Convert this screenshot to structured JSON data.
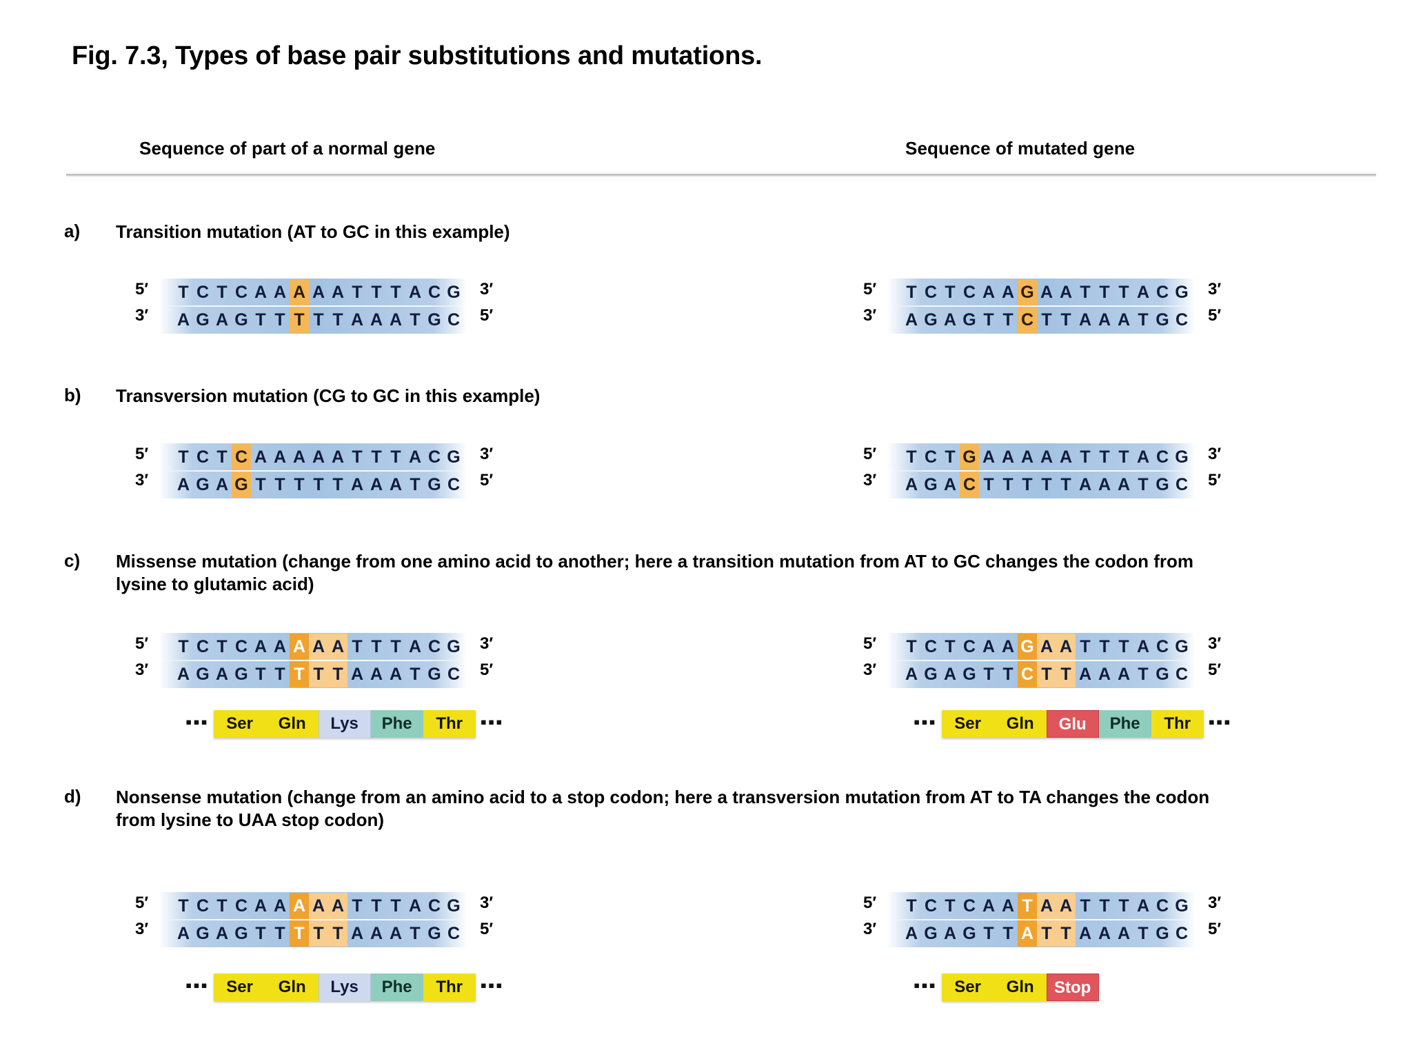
{
  "figure": {
    "title": "Fig. 7.3, Types of base pair substitutions and mutations.",
    "column_headers": {
      "normal": "Sequence of part of a normal gene",
      "mutated": "Sequence of mutated gene"
    },
    "ellipsis": "▪▪▪",
    "end_labels": {
      "five": "5′",
      "three": "3′"
    }
  },
  "colors": {
    "strand_blue": "#a3c2e2",
    "highlight_strong": "#f0a22e",
    "highlight_light": "#f8cd8d",
    "aa_yellow": "#f2e016",
    "aa_blue": "#ced9ef",
    "aa_teal": "#8fcdbd",
    "aa_red": "#e0555c"
  },
  "panels": [
    {
      "label": "a)",
      "description": "Transition mutation (AT to GC in this example)",
      "normal": {
        "left_top": "5′",
        "left_bottom": "3′",
        "right_top": "3′",
        "right_bottom": "5′",
        "top_strand": "TCTCAAAAATTTACG",
        "bottom_strand": "AGAGTTTTTAAATGC",
        "top_highlights": [
          {
            "index": 6,
            "level": "mid"
          }
        ],
        "bottom_highlights": [
          {
            "index": 6,
            "level": "mid"
          }
        ]
      },
      "mutated": {
        "left_top": "5′",
        "left_bottom": "3′",
        "right_top": "3′",
        "right_bottom": "5′",
        "top_strand": "TCTCAAGAATTTACG",
        "bottom_strand": "AGAGTTCTTAAATGC",
        "top_highlights": [
          {
            "index": 6,
            "level": "mid"
          }
        ],
        "bottom_highlights": [
          {
            "index": 6,
            "level": "mid"
          }
        ]
      },
      "amino_acids": null
    },
    {
      "label": "b)",
      "description": "Transversion mutation (CG to GC in this example)",
      "normal": {
        "left_top": "5′",
        "left_bottom": "3′",
        "right_top": "3′",
        "right_bottom": "5′",
        "top_strand": "TCTCAAAAATTTACG",
        "bottom_strand": "AGAGTTTTTAAATGC",
        "top_highlights": [
          {
            "index": 3,
            "level": "mid"
          }
        ],
        "bottom_highlights": [
          {
            "index": 3,
            "level": "mid"
          }
        ]
      },
      "mutated": {
        "left_top": "5′",
        "left_bottom": "3′",
        "right_top": "3′",
        "right_bottom": "5′",
        "top_strand": "TCTGAAAAATTTACG",
        "bottom_strand": "AGACTTTTTAAATGC",
        "top_highlights": [
          {
            "index": 3,
            "level": "mid"
          }
        ],
        "bottom_highlights": [
          {
            "index": 3,
            "level": "mid"
          }
        ]
      },
      "amino_acids": null
    },
    {
      "label": "c)",
      "description": "Missense mutation (change from one amino acid to another; here a transition mutation from AT to GC changes the codon from lysine to glutamic acid)",
      "normal": {
        "left_top": "5′",
        "left_bottom": "3′",
        "right_top": "3′",
        "right_bottom": "5′",
        "top_strand": "TCTCAAAAATTTACG",
        "bottom_strand": "AGAGTTTTTAAATGC",
        "top_highlights": [
          {
            "index": 6,
            "level": "strong"
          },
          {
            "index": 7,
            "level": "light"
          },
          {
            "index": 8,
            "level": "light"
          }
        ],
        "bottom_highlights": [
          {
            "index": 6,
            "level": "strong"
          },
          {
            "index": 7,
            "level": "light"
          },
          {
            "index": 8,
            "level": "light"
          }
        ]
      },
      "mutated": {
        "left_top": "5′",
        "left_bottom": "3′",
        "right_top": "3′",
        "right_bottom": "5′",
        "top_strand": "TCTCAAGAATTTACG",
        "bottom_strand": "AGAGTTCTTAAATGC",
        "top_highlights": [
          {
            "index": 6,
            "level": "strong"
          },
          {
            "index": 7,
            "level": "light"
          },
          {
            "index": 8,
            "level": "light"
          }
        ],
        "bottom_highlights": [
          {
            "index": 6,
            "level": "strong"
          },
          {
            "index": 7,
            "level": "light"
          },
          {
            "index": 8,
            "level": "light"
          }
        ]
      },
      "amino_acids": {
        "normal": {
          "leading_dots": "▪▪▪",
          "trailing_dots": "▪▪▪",
          "residues": [
            {
              "label": "Ser",
              "color": "yellow"
            },
            {
              "label": "Gln",
              "color": "yellow"
            },
            {
              "label": "Lys",
              "color": "blue"
            },
            {
              "label": "Phe",
              "color": "teal"
            },
            {
              "label": "Thr",
              "color": "yellow"
            }
          ]
        },
        "mutated": {
          "leading_dots": "▪▪▪",
          "trailing_dots": "▪▪▪",
          "residues": [
            {
              "label": "Ser",
              "color": "yellow"
            },
            {
              "label": "Gln",
              "color": "yellow"
            },
            {
              "label": "Glu",
              "color": "red"
            },
            {
              "label": "Phe",
              "color": "teal"
            },
            {
              "label": "Thr",
              "color": "yellow"
            }
          ]
        }
      }
    },
    {
      "label": "d)",
      "description": "Nonsense mutation (change from an amino acid to a stop codon; here a transversion mutation from AT to TA changes the codon from lysine to UAA stop codon)",
      "normal": {
        "left_top": "5′",
        "left_bottom": "3′",
        "right_top": "3′",
        "right_bottom": "5′",
        "top_strand": "TCTCAAAAATTTACG",
        "bottom_strand": "AGAGTTTTTAAATGC",
        "top_highlights": [
          {
            "index": 6,
            "level": "strong"
          },
          {
            "index": 7,
            "level": "light"
          },
          {
            "index": 8,
            "level": "light"
          }
        ],
        "bottom_highlights": [
          {
            "index": 6,
            "level": "strong"
          },
          {
            "index": 7,
            "level": "light"
          },
          {
            "index": 8,
            "level": "light"
          }
        ]
      },
      "mutated": {
        "left_top": "5′",
        "left_bottom": "3′",
        "right_top": "3′",
        "right_bottom": "5′",
        "top_strand": "TCTCAATAATTTACG",
        "bottom_strand": "AGAGTTATTAAATGC",
        "top_highlights": [
          {
            "index": 6,
            "level": "strong"
          },
          {
            "index": 7,
            "level": "light"
          },
          {
            "index": 8,
            "level": "light"
          }
        ],
        "bottom_highlights": [
          {
            "index": 6,
            "level": "strong"
          },
          {
            "index": 7,
            "level": "light"
          },
          {
            "index": 8,
            "level": "light"
          }
        ]
      },
      "amino_acids": {
        "normal": {
          "leading_dots": "▪▪▪",
          "trailing_dots": "▪▪▪",
          "residues": [
            {
              "label": "Ser",
              "color": "yellow"
            },
            {
              "label": "Gln",
              "color": "yellow"
            },
            {
              "label": "Lys",
              "color": "blue"
            },
            {
              "label": "Phe",
              "color": "teal"
            },
            {
              "label": "Thr",
              "color": "yellow"
            }
          ]
        },
        "mutated": {
          "leading_dots": "▪▪▪",
          "trailing_dots": "",
          "residues": [
            {
              "label": "Ser",
              "color": "yellow"
            },
            {
              "label": "Gln",
              "color": "yellow"
            },
            {
              "label": "Stop",
              "color": "red"
            }
          ]
        }
      }
    }
  ],
  "layout": {
    "panel_tops": [
      320,
      558,
      798,
      1140
    ],
    "dna_tops_normal": [
      404,
      643,
      918,
      1294
    ],
    "aa_tops": [
      1028,
      1410
    ]
  }
}
